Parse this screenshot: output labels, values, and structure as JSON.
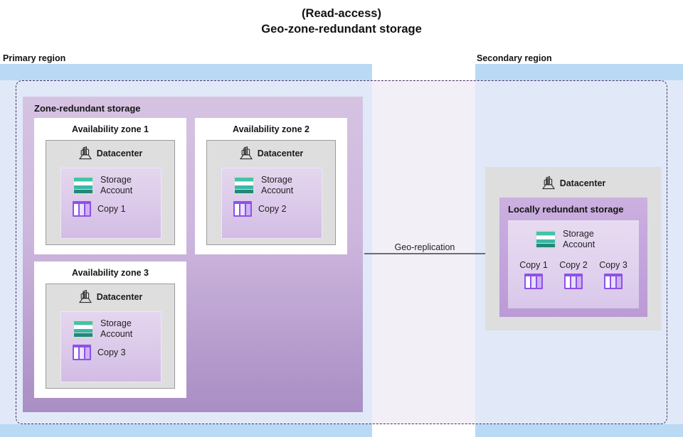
{
  "title": {
    "line1": "(Read-access)",
    "line2": "Geo-zone-redundant storage"
  },
  "regions": {
    "primary_label": "Primary region",
    "secondary_label": "Secondary region"
  },
  "colors": {
    "region_band": "#bad9f5",
    "region_inner": "#e1e9f8",
    "gap": "#f2eff7",
    "boundary_dash": "#4b2d63",
    "zrs_panel": "#cdb6dd",
    "lrs_panel": "#bb9ad6",
    "inner_box": "#dcc9ea",
    "datacenter_box": "#dedede",
    "storage_icon_teal": "#43c2ad",
    "storage_icon_teal_dark": "#20887c",
    "copy_icon_purple": "#8d52e8",
    "arrow": "#5a5a66"
  },
  "primary": {
    "panel_title": "Zone-redundant storage",
    "zones": [
      {
        "title": "Availability zone 1",
        "datacenter_label": "Datacenter",
        "storage_account_line1": "Storage",
        "storage_account_line2": "Account",
        "copy_label": "Copy 1"
      },
      {
        "title": "Availability zone 2",
        "datacenter_label": "Datacenter",
        "storage_account_line1": "Storage",
        "storage_account_line2": "Account",
        "copy_label": "Copy 2"
      },
      {
        "title": "Availability zone 3",
        "datacenter_label": "Datacenter",
        "storage_account_line1": "Storage",
        "storage_account_line2": "Account",
        "copy_label": "Copy 3"
      }
    ]
  },
  "replication": {
    "arrow_label": "Geo-replication"
  },
  "secondary": {
    "datacenter_label": "Datacenter",
    "panel_title": "Locally redundant storage",
    "storage_account_line1": "Storage",
    "storage_account_line2": "Account",
    "copies": [
      "Copy 1",
      "Copy 2",
      "Copy 3"
    ]
  },
  "icons": {
    "datacenter": "datacenter-icon",
    "storage_account": "storage-account-icon",
    "copy": "copy-icon",
    "arrow": "arrow-right-icon"
  }
}
